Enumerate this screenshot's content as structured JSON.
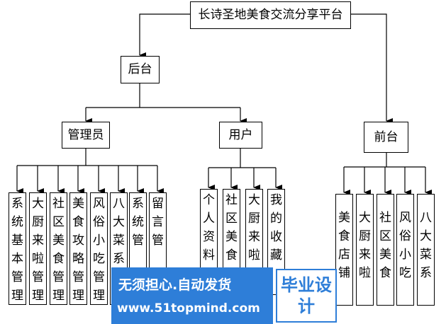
{
  "diagram": {
    "root": "长诗圣地美食交流分享平台",
    "backend": {
      "label": "后台",
      "admin": {
        "label": "管理员",
        "leaves": [
          "系统基本管理",
          "大厨来啦管理",
          "社区美食管理",
          "美食攻略管理",
          "风俗小吃管理",
          "八大菜系",
          "系统管",
          "留言管"
        ]
      },
      "user": {
        "label": "用户",
        "leaves": [
          "个人资料",
          "社区美食",
          "大厨来啦",
          "我的收藏"
        ]
      }
    },
    "frontend": {
      "label": "前台",
      "leaves": [
        "美食店铺",
        "大厨来啦",
        "社区美食",
        "风俗小吃",
        "八大菜系"
      ]
    }
  },
  "watermark": {
    "slogan": "无须担心.自动发货",
    "url": "www.51topmind.com",
    "badge": "毕业设计"
  }
}
